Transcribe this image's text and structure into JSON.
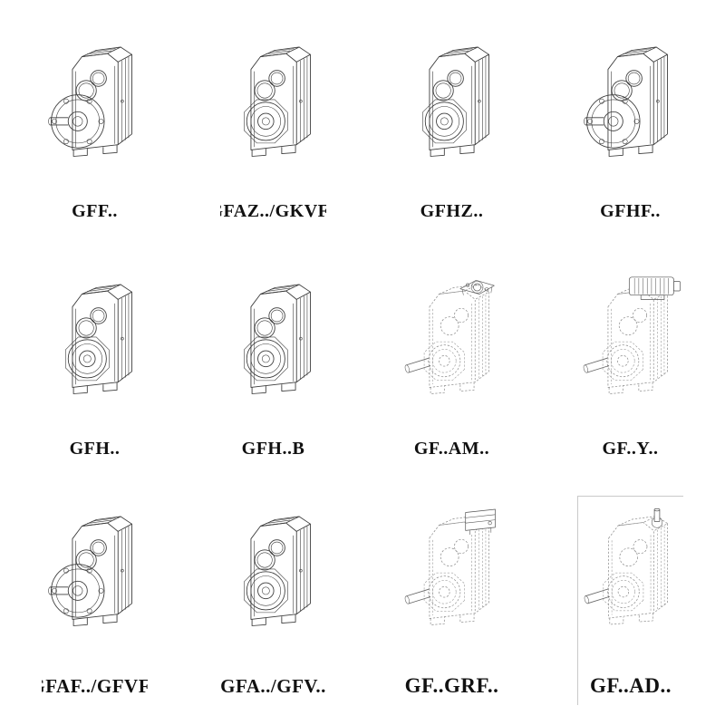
{
  "page": {
    "background": "#ffffff",
    "colors": {
      "line": "#3c3c3c",
      "dashed_line": "#8a8a8a",
      "label_text": "#111111"
    }
  },
  "grid": {
    "items": [
      {
        "label": "GFF..",
        "variant": "flange-output",
        "drawing": "gear-reducer-with-output-flange"
      },
      {
        "label": "GFAZ../GKVF..",
        "variant": "hollow-shaft-hub",
        "drawing": "gear-reducer-with-bearing-hub"
      },
      {
        "label": "GFHZ..",
        "variant": "hollow-shaft-hub",
        "drawing": "gear-reducer-with-bearing-hub"
      },
      {
        "label": "GFHF..",
        "variant": "flange-output",
        "drawing": "gear-reducer-with-output-flange"
      },
      {
        "label": "GFH..",
        "variant": "hollow-shaft-hub",
        "drawing": "gear-reducer-with-bearing-hub"
      },
      {
        "label": "GFH..B",
        "variant": "hollow-shaft-hub-foot",
        "drawing": "gear-reducer-with-bearing-hub"
      },
      {
        "label": "GF..AM..",
        "variant": "phantom-motor-flange",
        "drawing": "phantom-gear-reducer-with-input-flange"
      },
      {
        "label": "GF..Y..",
        "variant": "phantom-with-motor",
        "drawing": "phantom-gear-reducer-with-motor"
      },
      {
        "label": "GFAF../GFVF..",
        "variant": "flange-output",
        "drawing": "gear-reducer-with-output-flange"
      },
      {
        "label": "GFA../GFV..",
        "variant": "hollow-shaft-hub",
        "drawing": "gear-reducer-with-bearing-hub"
      },
      {
        "label": "GF..GRF..",
        "variant": "phantom-gear-adapter",
        "drawing": "phantom-gear-reducer-with-adapter"
      },
      {
        "label": "GF..AD..",
        "variant": "phantom-input-shaft",
        "drawing": "phantom-gear-reducer-with-input-shaft"
      }
    ]
  }
}
